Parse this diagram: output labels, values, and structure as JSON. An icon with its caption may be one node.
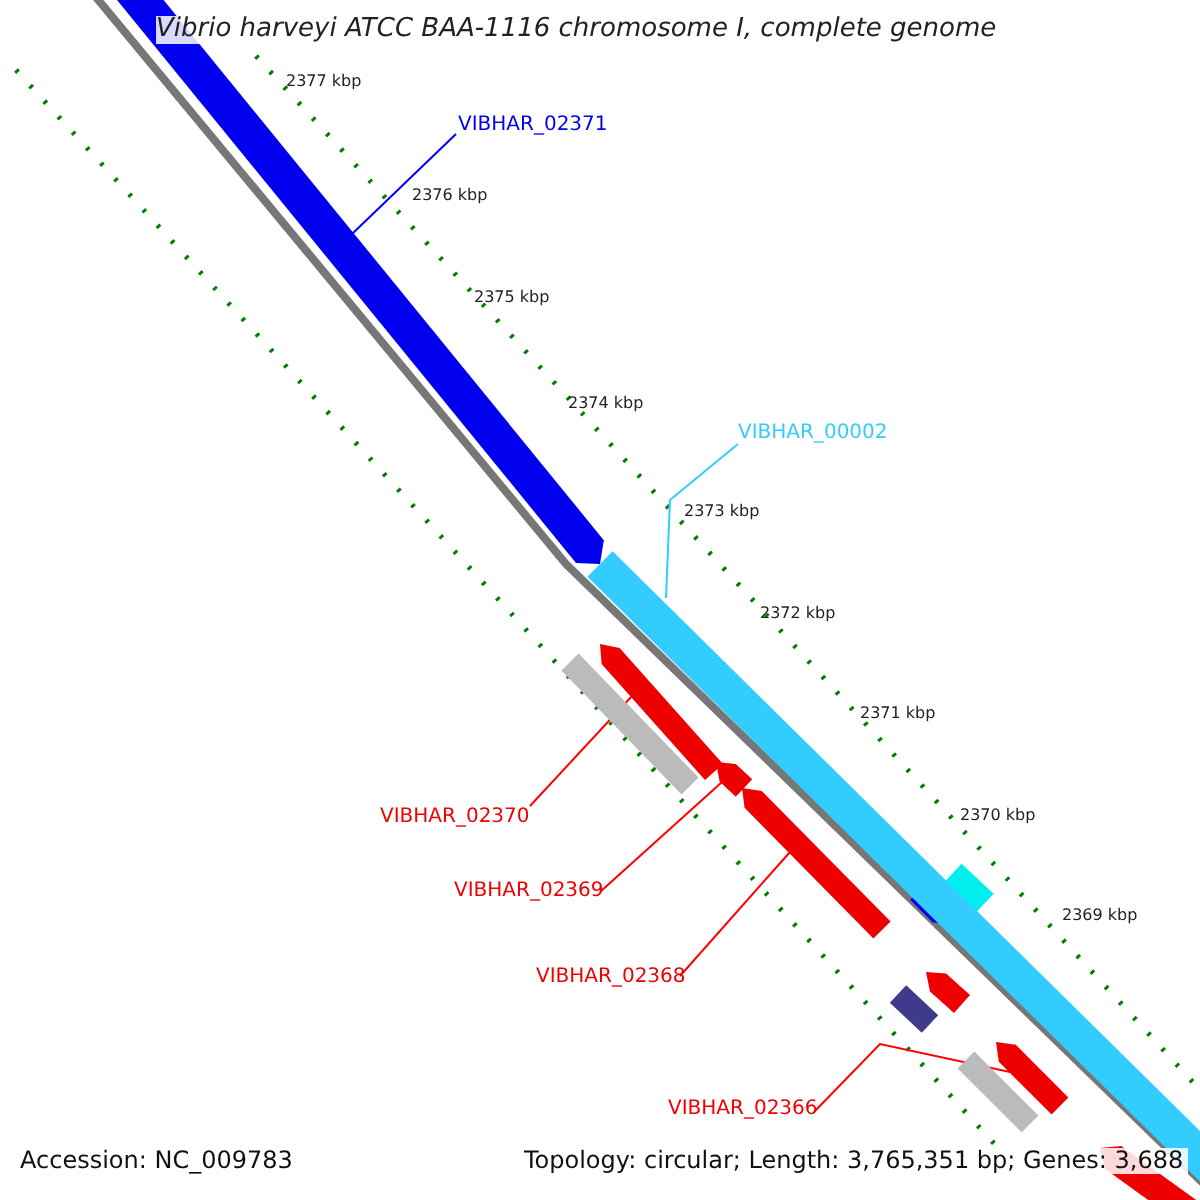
{
  "diagram": {
    "title": "Vibrio harveyi ATCC BAA-1116 chromosome I, complete genome",
    "nodes": [
      {
        "text": [
          "VIBHAR_02371"
        ]
      },
      {
        "text": [],
        "shape": "bar"
      },
      {
        "text": [
          "VIBHAR_00002"
        ]
      },
      {
        "text": [],
        "shape": "bar"
      },
      {
        "text": [
          "VIBHAR_02370"
        ]
      },
      {
        "text": [],
        "shape": "bar"
      },
      {
        "text": [
          "VIBHAR_02369"
        ]
      },
      {
        "text": [],
        "shape": "bar"
      },
      {
        "text": [
          "VIBHAR_02368"
        ]
      },
      {
        "text": [],
        "shape": "bar"
      },
      {
        "text": [
          "VIBHAR_02366"
        ]
      },
      {
        "text": [],
        "shape": "bar"
      }
    ],
    "edges": [
      {
        "from": 0,
        "to": 1,
        "arrow": "none",
        "color": "#0000ff"
      },
      {
        "from": 2,
        "to": 3,
        "arrow": "none",
        "color": "#33ccff"
      },
      {
        "from": 4,
        "to": 5,
        "arrow": "none"
      },
      {
        "from": 6,
        "to": 7,
        "arrow": "none"
      },
      {
        "from": 8,
        "to": 9,
        "arrow": "none"
      },
      {
        "from": 10,
        "to": 11,
        "arrow": "none"
      }
    ],
    "labels": [
      "2377 kbp",
      "2376 kbp",
      "2375 kbp",
      "2374 kbp",
      "2373 kbp",
      "2372 kbp",
      "2371 kbp",
      "2370 kbp",
      "2369 kbp",
      "Accession: NC_009783",
      "Topology: circular; Length: 3,765,351 bp; Genes: 3,688"
    ]
  }
}
